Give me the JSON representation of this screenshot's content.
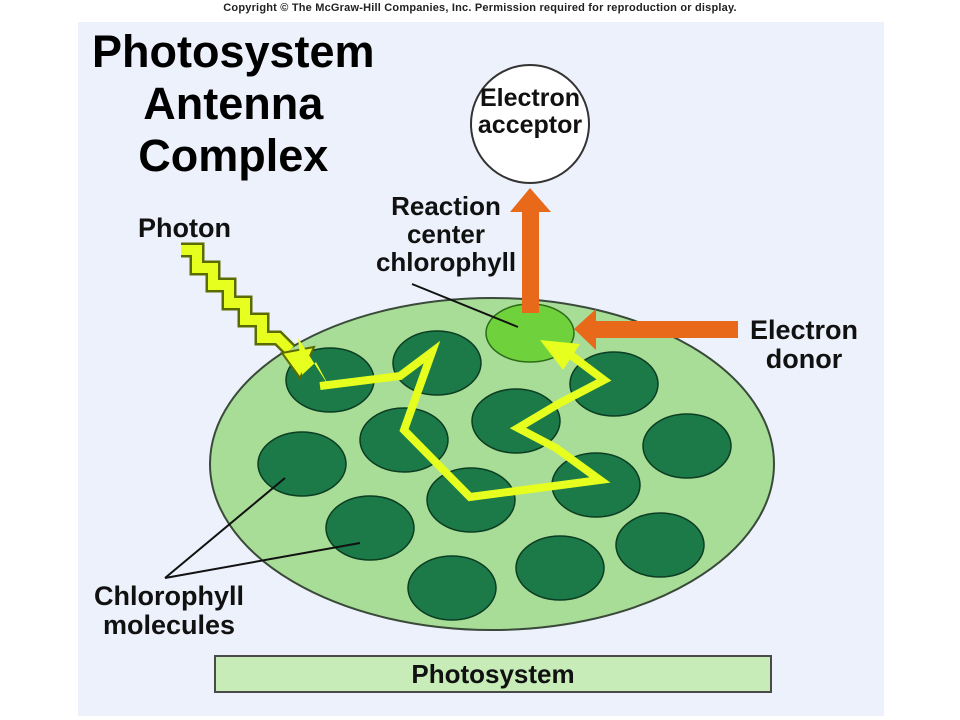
{
  "header": {
    "copyright": "Copyright © The McGraw-Hill Companies, Inc. Permission required for reproduction or display."
  },
  "title": {
    "line1": "Photosystem",
    "line2": "Antenna",
    "line3": "Complex"
  },
  "labels": {
    "photon": "Photon",
    "reaction_center_line1": "Reaction",
    "reaction_center_line2": "center",
    "reaction_center_line3": "chlorophyll",
    "electron_acceptor_line1": "Electron",
    "electron_acceptor_line2": "acceptor",
    "electron_donor_line1": "Electron",
    "electron_donor_line2": "donor",
    "chlorophyll_line1": "Chlorophyll",
    "chlorophyll_line2": "molecules",
    "photosystem": "Photosystem"
  },
  "colors": {
    "panel_background": "#edf1fb",
    "photosystem_disk": "#a8dd97",
    "chlorophyll": "#1b7a47",
    "reaction_center": "#6fd13c",
    "photon_path": "#e6ff1f",
    "electron_arrows": "#e8691a",
    "photosystem_bar": "#c7ecb7"
  }
}
